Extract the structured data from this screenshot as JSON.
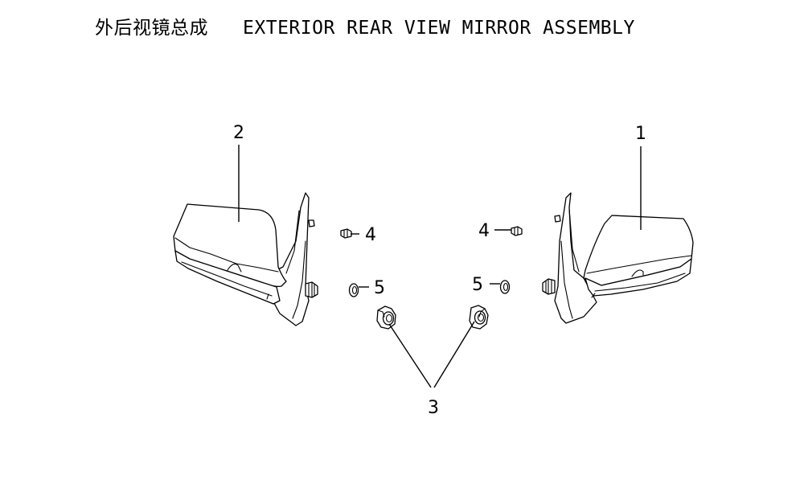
{
  "title": "外后视镜总成   EXTERIOR REAR VIEW MIRROR ASSEMBLY",
  "callouts": {
    "part_1": "1",
    "part_2": "2",
    "part_3": "3",
    "part_4_left": "4",
    "part_4_right": "4",
    "part_5_left": "5",
    "part_5_right": "5"
  }
}
